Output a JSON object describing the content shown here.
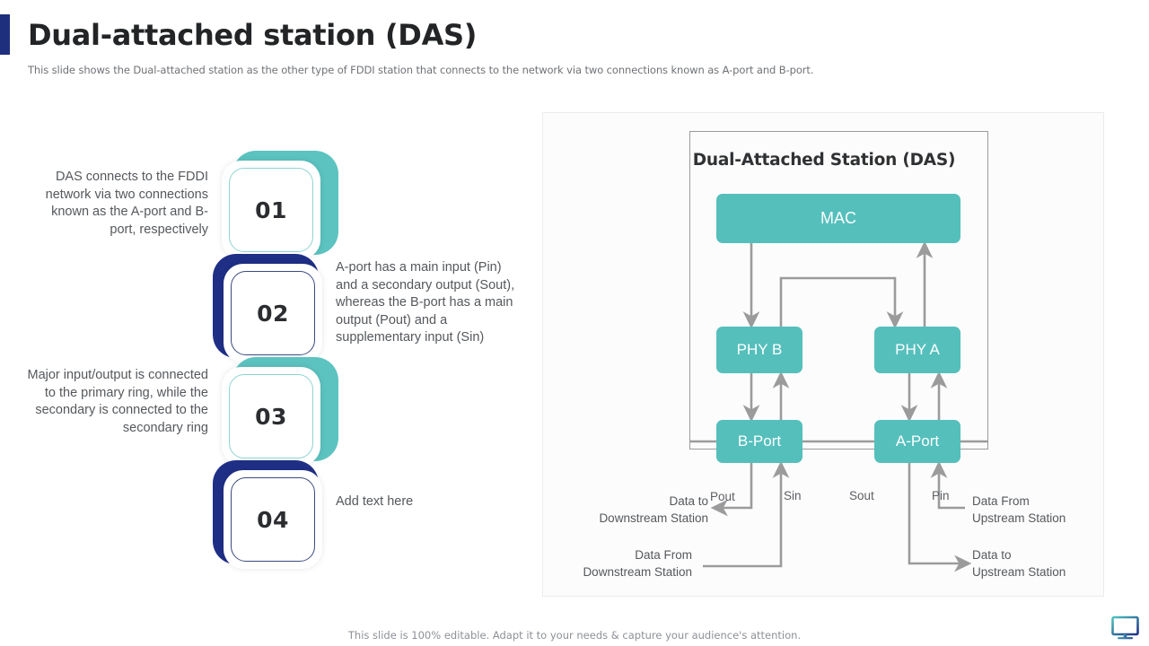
{
  "header": {
    "title": "Dual-attached station (DAS)",
    "subtitle": "This slide shows the Dual-attached station as the other type of FDDI station that connects to the network via two connections known as A-port and B-port.",
    "accent_color": "#1e2f7d"
  },
  "steps": [
    {
      "number": "01",
      "text": "DAS connects to the FDDI network via two connections known as the A-port and B-port, respectively",
      "accent": "teal",
      "accent_color": "#5cc3c0",
      "text_side": "left"
    },
    {
      "number": "02",
      "text": "A-port has a main input (Pin) and a secondary output (Sout), whereas the B-port has a main output (Pout) and a supplementary input (Sin)",
      "accent": "navy",
      "accent_color": "#1f2f86",
      "text_side": "right"
    },
    {
      "number": "03",
      "text": "Major input/output is connected to the primary ring, while the secondary is connected to the secondary ring",
      "accent": "teal",
      "accent_color": "#5cc3c0",
      "text_side": "left"
    },
    {
      "number": "04",
      "text": "Add text here",
      "accent": "navy",
      "accent_color": "#1f2f86",
      "text_side": "right"
    }
  ],
  "diagram": {
    "station_title": "Dual-Attached Station (DAS)",
    "block_color": "#55bfbc",
    "edge_color": "#9b9b9b",
    "blocks": {
      "mac": "MAC",
      "phy_b": "PHY B",
      "phy_a": "PHY A",
      "b_port": "B-Port",
      "a_port": "A-Port"
    },
    "port_labels": {
      "pout": "Pout",
      "sin": "Sin",
      "sout": "Sout",
      "pin": "Pin"
    },
    "io_labels": {
      "data_to_downstream": "Data to\nDownstream Station",
      "data_from_downstream": "Data From\nDownstream Station",
      "data_from_upstream": "Data From\nUpstream Station",
      "data_to_upstream": "Data to\nUpstream Station"
    }
  },
  "footer": {
    "note": "This slide is 100% editable. Adapt it to your needs & capture your audience's attention.",
    "icon": "monitor-icon"
  }
}
